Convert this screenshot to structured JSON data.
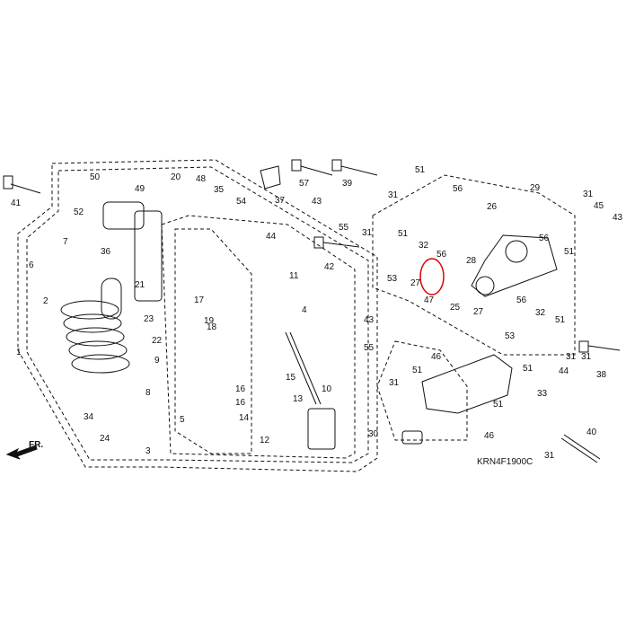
{
  "diagram_code": "KRN4F1900C",
  "front_marker": "FR.",
  "highlight_color": "#e00000",
  "highlighted_part": "47",
  "part_labels": [
    "1",
    "2",
    "3",
    "4",
    "5",
    "6",
    "7",
    "8",
    "9",
    "10",
    "11",
    "12",
    "13",
    "14",
    "15",
    "16",
    "16",
    "17",
    "18",
    "19",
    "20",
    "21",
    "22",
    "23",
    "24",
    "25",
    "26",
    "27",
    "27",
    "28",
    "29",
    "30",
    "31",
    "31",
    "31",
    "31",
    "31",
    "31",
    "31",
    "32",
    "32",
    "33",
    "34",
    "35",
    "36",
    "37",
    "38",
    "39",
    "40",
    "41",
    "42",
    "43",
    "43",
    "43",
    "44",
    "44",
    "45",
    "46",
    "46",
    "47",
    "48",
    "49",
    "50",
    "51",
    "51",
    "51",
    "51",
    "51",
    "51",
    "51",
    "52",
    "53",
    "53",
    "54",
    "55",
    "55",
    "56",
    "56",
    "56",
    "56",
    "57"
  ]
}
